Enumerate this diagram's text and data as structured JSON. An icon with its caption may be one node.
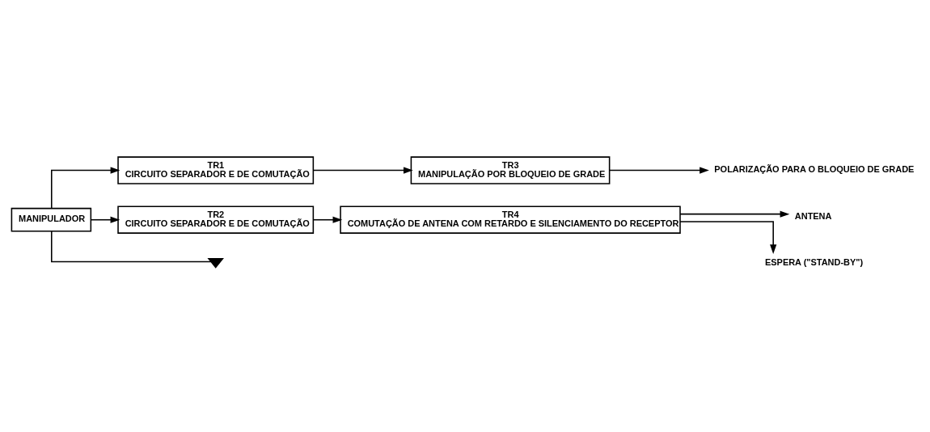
{
  "diagram": {
    "nodes": [
      {
        "text": [
          "MANIPULADOR"
        ]
      },
      {
        "text": [
          "TR1",
          "CIRCUITO SEPARADOR E DE COMUTAÇÃO"
        ]
      },
      {
        "text": [
          "TR3",
          "MANIPULAÇÃO POR BLOQUEIO DE GRADE"
        ]
      },
      {
        "text": [
          "POLARIZAÇÃO PARA O BLOQUEIO DE GRADE"
        ]
      },
      {
        "text": [
          "TR2",
          "CIRCUITO SEPARADOR E DE COMUTAÇÃO"
        ]
      },
      {
        "text": [
          "TR4",
          "COMUTAÇÃO DE ANTENA COM RETARDO E SILENCIAMENTO DO RECEPTOR"
        ]
      },
      {
        "text": [
          "ANTENA"
        ]
      },
      {
        "text": [
          "ESPERA (\"STAND-BY\")"
        ]
      },
      {
        "text": [],
        "shape": "ground"
      }
    ],
    "edges": [
      {
        "from": 0,
        "to": 1,
        "arrow": "to"
      },
      {
        "from": 0,
        "to": 4,
        "arrow": "to"
      },
      {
        "from": 1,
        "to": 2,
        "arrow": "to"
      },
      {
        "from": 2,
        "to": 3,
        "arrow": "to"
      },
      {
        "from": 4,
        "to": 5,
        "arrow": "to"
      },
      {
        "from": 5,
        "to": 6,
        "arrow": "to"
      },
      {
        "from": 5,
        "to": 7,
        "arrow": "to"
      },
      {
        "from": 0,
        "to": 8,
        "arrow": "none"
      }
    ]
  }
}
